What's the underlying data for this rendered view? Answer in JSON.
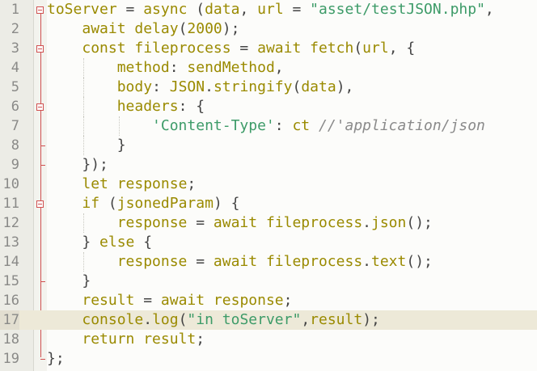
{
  "editor": {
    "lines": [
      {
        "number": "1",
        "tokens": [
          {
            "t": "toServer",
            "c": "kw"
          },
          {
            "t": " = ",
            "c": "pl"
          },
          {
            "t": "async",
            "c": "kw"
          },
          {
            "t": " (",
            "c": "pl"
          },
          {
            "t": "data",
            "c": "kw"
          },
          {
            "t": ", ",
            "c": "pl"
          },
          {
            "t": "url",
            "c": "kw"
          },
          {
            "t": " = ",
            "c": "pl"
          },
          {
            "t": "\"asset/testJSON.php\"",
            "c": "str"
          },
          {
            "t": ",",
            "c": "pl"
          }
        ]
      },
      {
        "number": "2",
        "tokens": [
          {
            "t": "    ",
            "c": "pl"
          },
          {
            "t": "await delay",
            "c": "kw"
          },
          {
            "t": "(",
            "c": "pl"
          },
          {
            "t": "2000",
            "c": "num"
          },
          {
            "t": ");",
            "c": "pl"
          }
        ]
      },
      {
        "number": "3",
        "tokens": [
          {
            "t": "    ",
            "c": "pl"
          },
          {
            "t": "const fileprocess",
            "c": "kw"
          },
          {
            "t": " = ",
            "c": "pl"
          },
          {
            "t": "await fetch",
            "c": "kw"
          },
          {
            "t": "(",
            "c": "pl"
          },
          {
            "t": "url",
            "c": "kw"
          },
          {
            "t": ", {",
            "c": "pl"
          }
        ]
      },
      {
        "number": "4",
        "tokens": [
          {
            "t": "        ",
            "c": "pl"
          },
          {
            "t": "method",
            "c": "kw"
          },
          {
            "t": ": ",
            "c": "pl"
          },
          {
            "t": "sendMethod",
            "c": "kw"
          },
          {
            "t": ",",
            "c": "pl"
          }
        ]
      },
      {
        "number": "5",
        "tokens": [
          {
            "t": "        ",
            "c": "pl"
          },
          {
            "t": "body",
            "c": "kw"
          },
          {
            "t": ": ",
            "c": "pl"
          },
          {
            "t": "JSON",
            "c": "kw"
          },
          {
            "t": ".",
            "c": "pl"
          },
          {
            "t": "stringify",
            "c": "kw"
          },
          {
            "t": "(",
            "c": "pl"
          },
          {
            "t": "data",
            "c": "kw"
          },
          {
            "t": "),",
            "c": "pl"
          }
        ]
      },
      {
        "number": "6",
        "tokens": [
          {
            "t": "        ",
            "c": "pl"
          },
          {
            "t": "headers",
            "c": "kw"
          },
          {
            "t": ": {",
            "c": "pl"
          }
        ]
      },
      {
        "number": "7",
        "tokens": [
          {
            "t": "            ",
            "c": "pl"
          },
          {
            "t": "'Content-Type'",
            "c": "str"
          },
          {
            "t": ": ",
            "c": "pl"
          },
          {
            "t": "ct",
            "c": "kw"
          },
          {
            "t": " ",
            "c": "pl"
          },
          {
            "t": "//'application/json",
            "c": "cmt"
          }
        ]
      },
      {
        "number": "8",
        "tokens": [
          {
            "t": "        ",
            "c": "pl"
          },
          {
            "t": "}",
            "c": "pl"
          }
        ]
      },
      {
        "number": "9",
        "tokens": [
          {
            "t": "    ",
            "c": "pl"
          },
          {
            "t": "});",
            "c": "pl"
          }
        ]
      },
      {
        "number": "10",
        "tokens": [
          {
            "t": "    ",
            "c": "pl"
          },
          {
            "t": "let response",
            "c": "kw"
          },
          {
            "t": ";",
            "c": "pl"
          }
        ]
      },
      {
        "number": "11",
        "tokens": [
          {
            "t": "    ",
            "c": "pl"
          },
          {
            "t": "if",
            "c": "kw"
          },
          {
            "t": " (",
            "c": "pl"
          },
          {
            "t": "jsonedParam",
            "c": "kw"
          },
          {
            "t": ") {",
            "c": "pl"
          }
        ]
      },
      {
        "number": "12",
        "tokens": [
          {
            "t": "        ",
            "c": "pl"
          },
          {
            "t": "response",
            "c": "kw"
          },
          {
            "t": " = ",
            "c": "pl"
          },
          {
            "t": "await fileprocess",
            "c": "kw"
          },
          {
            "t": ".",
            "c": "pl"
          },
          {
            "t": "json",
            "c": "kw"
          },
          {
            "t": "();",
            "c": "pl"
          }
        ]
      },
      {
        "number": "13",
        "tokens": [
          {
            "t": "    ",
            "c": "pl"
          },
          {
            "t": "} ",
            "c": "pl"
          },
          {
            "t": "else",
            "c": "kw"
          },
          {
            "t": " {",
            "c": "pl"
          }
        ]
      },
      {
        "number": "14",
        "tokens": [
          {
            "t": "        ",
            "c": "pl"
          },
          {
            "t": "response",
            "c": "kw"
          },
          {
            "t": " = ",
            "c": "pl"
          },
          {
            "t": "await fileprocess",
            "c": "kw"
          },
          {
            "t": ".",
            "c": "pl"
          },
          {
            "t": "text",
            "c": "kw"
          },
          {
            "t": "();",
            "c": "pl"
          }
        ]
      },
      {
        "number": "15",
        "tokens": [
          {
            "t": "    ",
            "c": "pl"
          },
          {
            "t": "}",
            "c": "pl"
          }
        ]
      },
      {
        "number": "16",
        "tokens": [
          {
            "t": "    ",
            "c": "pl"
          },
          {
            "t": "result",
            "c": "kw"
          },
          {
            "t": " = ",
            "c": "pl"
          },
          {
            "t": "await response",
            "c": "kw"
          },
          {
            "t": ";",
            "c": "pl"
          }
        ]
      },
      {
        "number": "17",
        "tokens": [
          {
            "t": "    ",
            "c": "pl"
          },
          {
            "t": "console",
            "c": "kw"
          },
          {
            "t": ".",
            "c": "pl"
          },
          {
            "t": "log",
            "c": "kw"
          },
          {
            "t": "(",
            "c": "pl"
          },
          {
            "t": "\"in toServer\"",
            "c": "str"
          },
          {
            "t": ",",
            "c": "pl"
          },
          {
            "t": "result",
            "c": "kw"
          },
          {
            "t": ");",
            "c": "pl"
          }
        ]
      },
      {
        "number": "18",
        "tokens": [
          {
            "t": "    ",
            "c": "pl"
          },
          {
            "t": "return result",
            "c": "kw"
          },
          {
            "t": ";",
            "c": "pl"
          }
        ]
      },
      {
        "number": "19",
        "tokens": [
          {
            "t": "};",
            "c": "pl"
          }
        ]
      }
    ],
    "current_line": 17,
    "fold_markers": [
      1,
      3,
      6,
      11
    ],
    "colors": {
      "keyword": "#9a8a00",
      "string": "#3d9b68",
      "comment": "#8a8a8a",
      "fold_marker": "#d05050",
      "current_line_bg": "#ede9d8",
      "gutter_bg": "#ecece6"
    }
  }
}
